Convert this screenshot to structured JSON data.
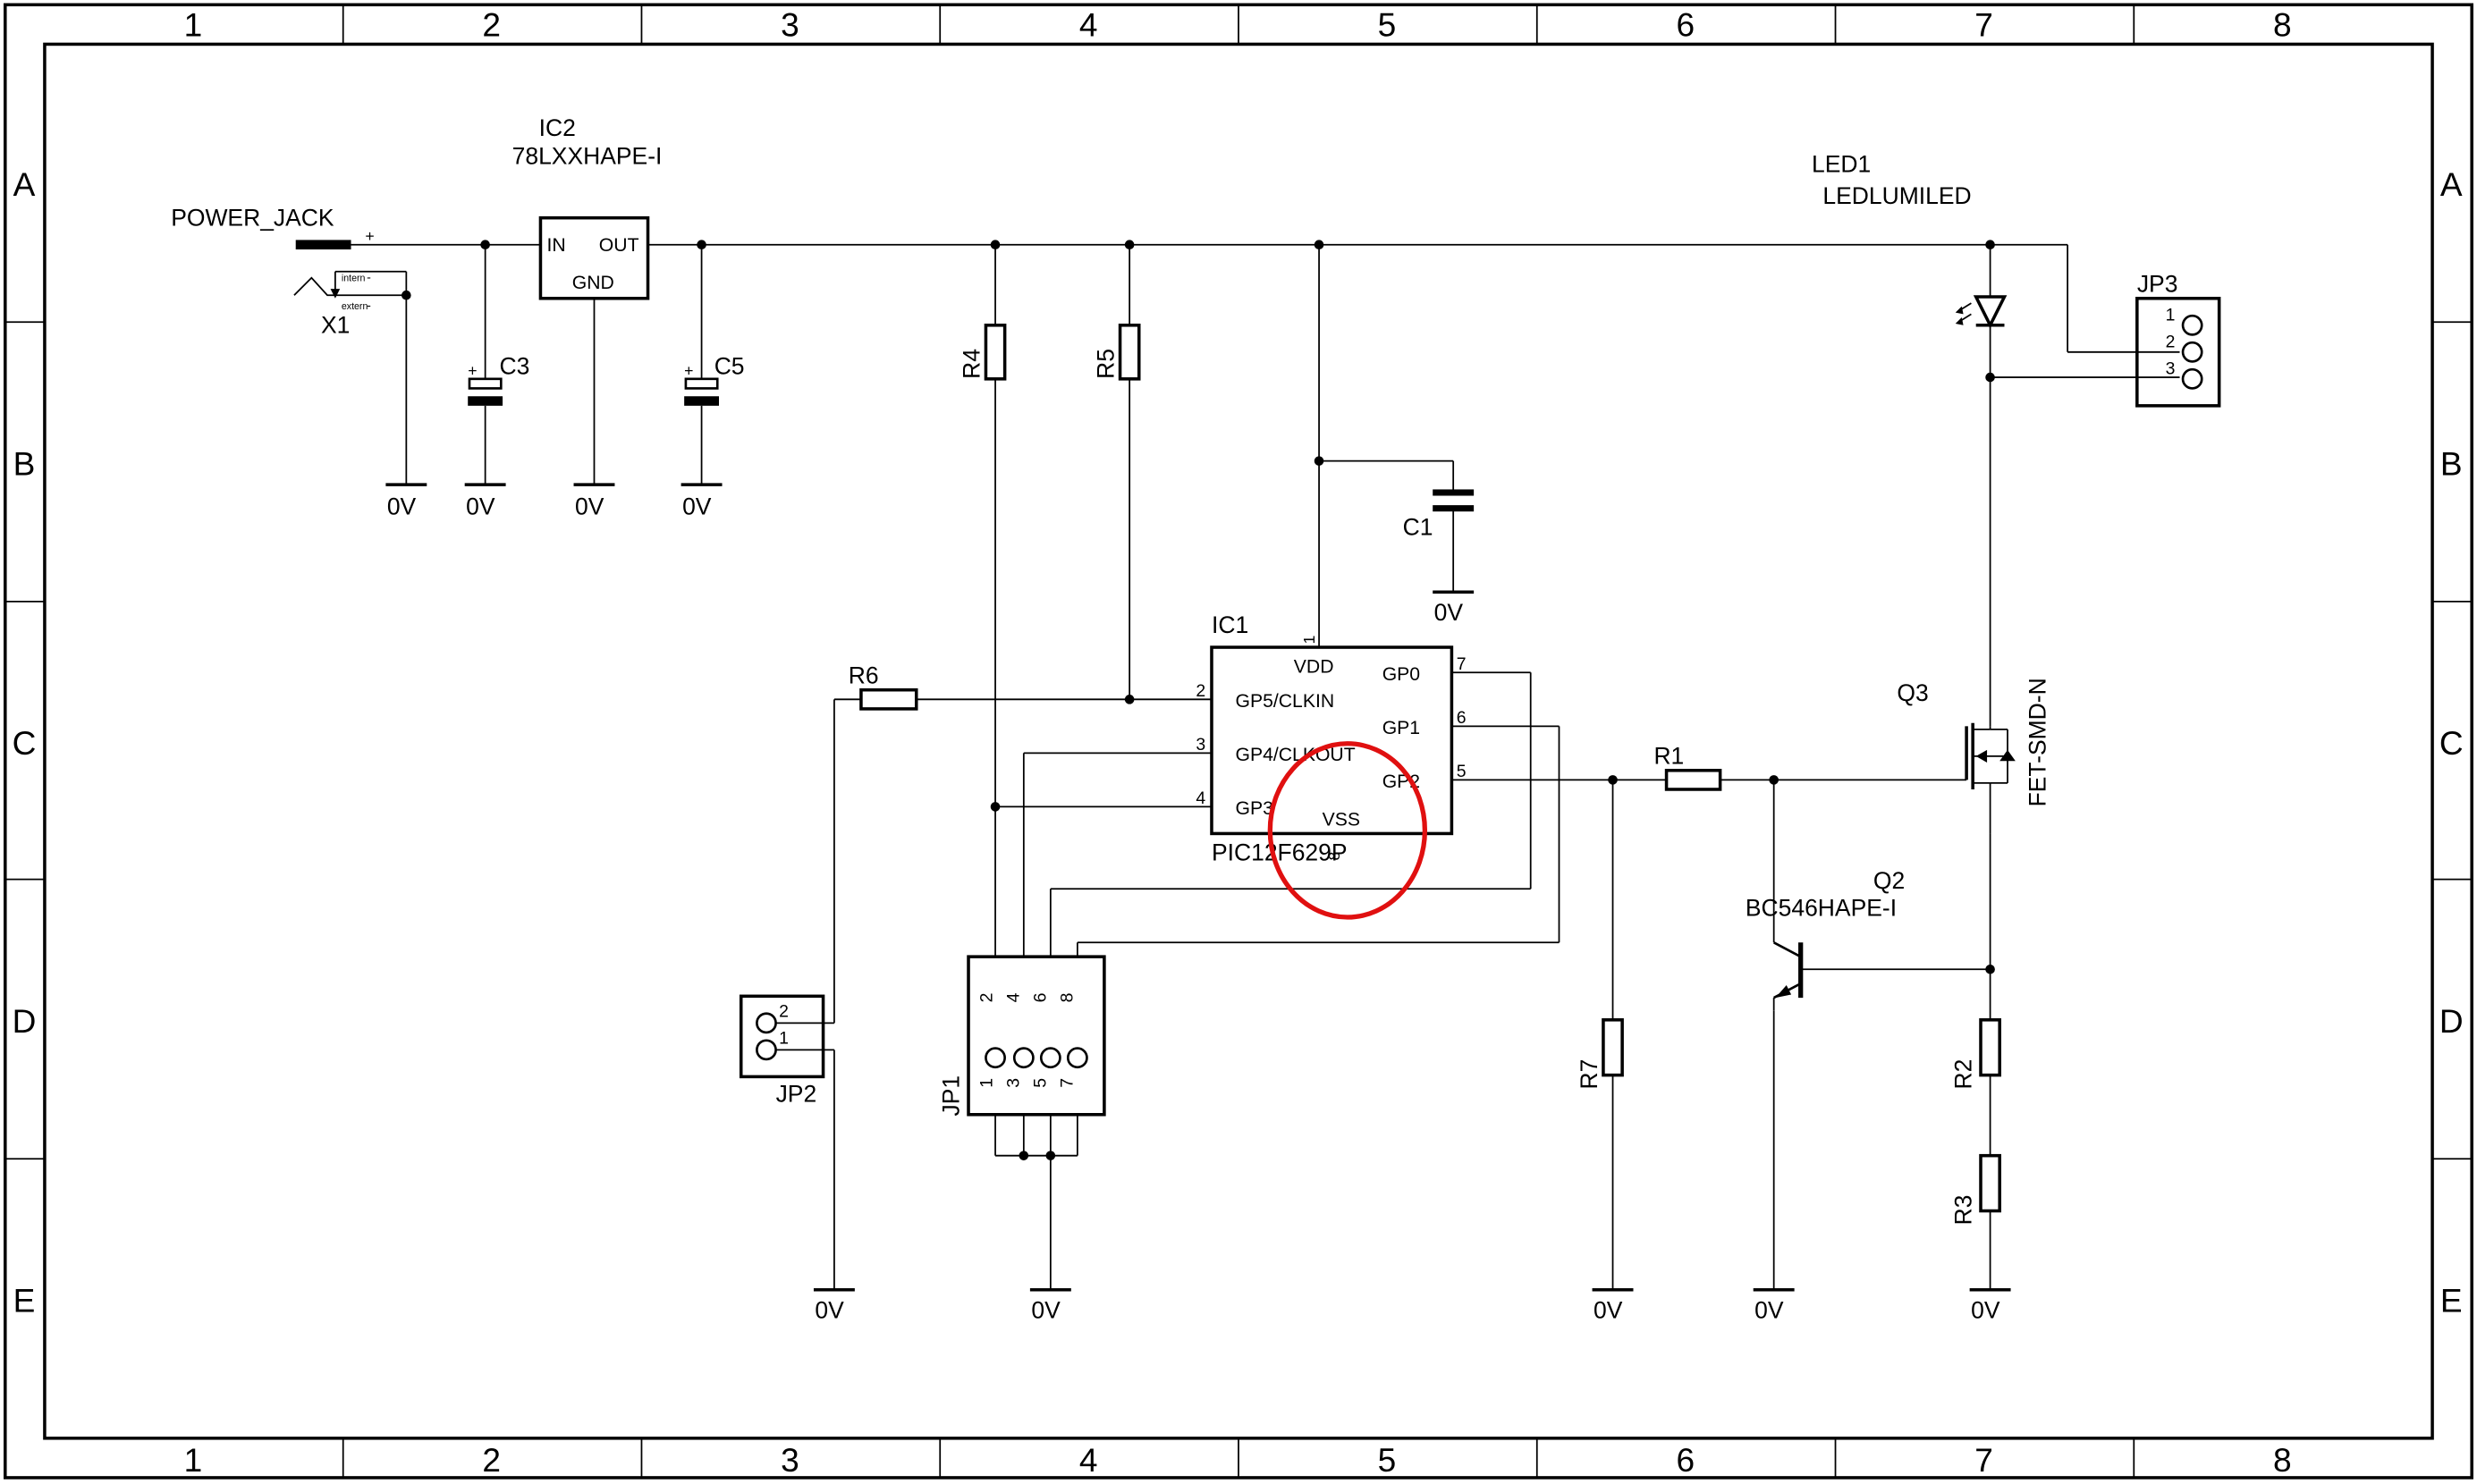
{
  "frame": {
    "columns": [
      "1",
      "2",
      "3",
      "4",
      "5",
      "6",
      "7",
      "8"
    ],
    "rows": [
      "A",
      "B",
      "C",
      "D",
      "E"
    ]
  },
  "power_jack": {
    "label": "POWER_JACK",
    "plus": "+",
    "ref": "X1",
    "intern": "intern",
    "extern": "extern",
    "minus": "-"
  },
  "ic2": {
    "name": "IC2",
    "value": "78LXXHAPE-I",
    "in": "IN",
    "out": "OUT",
    "gnd": "GND"
  },
  "caps": {
    "c3": "C3",
    "c5": "C5",
    "c1": "C1",
    "plus": "+"
  },
  "gnd": "0V",
  "resistors": {
    "r1": "R1",
    "r2": "R2",
    "r3": "R3",
    "r4": "R4",
    "r5": "R5",
    "r6": "R6",
    "r7": "R7"
  },
  "ic1": {
    "name": "IC1",
    "value": "PIC12F629P",
    "vdd": "VDD",
    "vss": "VSS",
    "gp5": "GP5/CLKIN",
    "gp4": "GP4/CLKOUT",
    "gp3": "GP3",
    "gp0": "GP0",
    "gp1": "GP1",
    "gp2": "GP2",
    "pins": {
      "p1": "1",
      "p2": "2",
      "p3": "3",
      "p4": "4",
      "p5": "5",
      "p6": "6",
      "p7": "7",
      "p8": "8"
    }
  },
  "led1": {
    "name": "LED1",
    "value": "LEDLUMILED"
  },
  "q3": {
    "name": "Q3",
    "value": "FET-SMD-N"
  },
  "q2": {
    "name": "Q2",
    "value": "BC546HAPE-I"
  },
  "jp1": {
    "name": "JP1",
    "pins_top": [
      "2",
      "4",
      "6",
      "8"
    ],
    "pins_bottom": [
      "1",
      "3",
      "5",
      "7"
    ]
  },
  "jp2": {
    "name": "JP2",
    "pins": [
      "2",
      "1"
    ]
  },
  "jp3": {
    "name": "JP3",
    "pins": [
      "1",
      "2",
      "3"
    ]
  },
  "highlight": {
    "shape": "circle",
    "color": "#e01010",
    "target": "VSS"
  },
  "colors": {
    "line": "#000000",
    "highlight": "#e01010"
  }
}
